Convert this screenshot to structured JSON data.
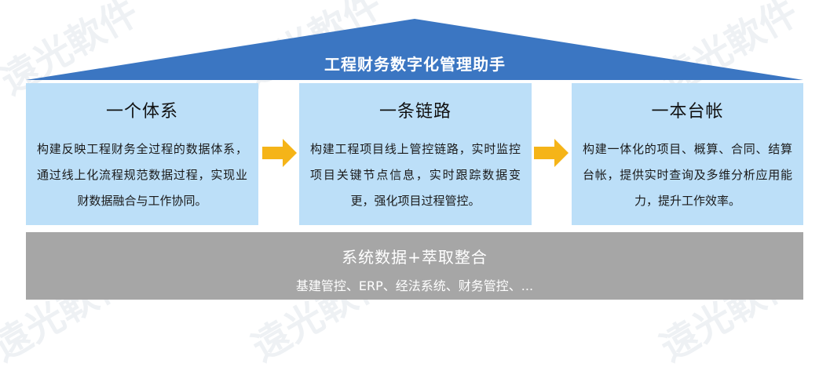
{
  "watermark": "遠光軟件",
  "roof": {
    "title": "工程财务数字化管理助手",
    "color": "#3b76c2"
  },
  "pillars": [
    {
      "title": "一个体系",
      "body": "构建反映工程财务全过程的数据体系，通过线上化流程规范数据过程，实现业财数据融合与工作协同。"
    },
    {
      "title": "一条链路",
      "body": "构建工程项目线上管控链路，实时监控项目关键节点信息，实时跟踪数据变更，强化项目过程管控。"
    },
    {
      "title": "一本台帐",
      "body": "构建一体化的项目、概算、合同、结算台帐，提供实时查询及多维分析应用能力，提升工作效率。"
    }
  ],
  "arrow_color": "#f5b418",
  "base": {
    "title": "系统数据+萃取整合",
    "subtitle": "基建管控、ERP、经法系统、财务管控、..."
  }
}
